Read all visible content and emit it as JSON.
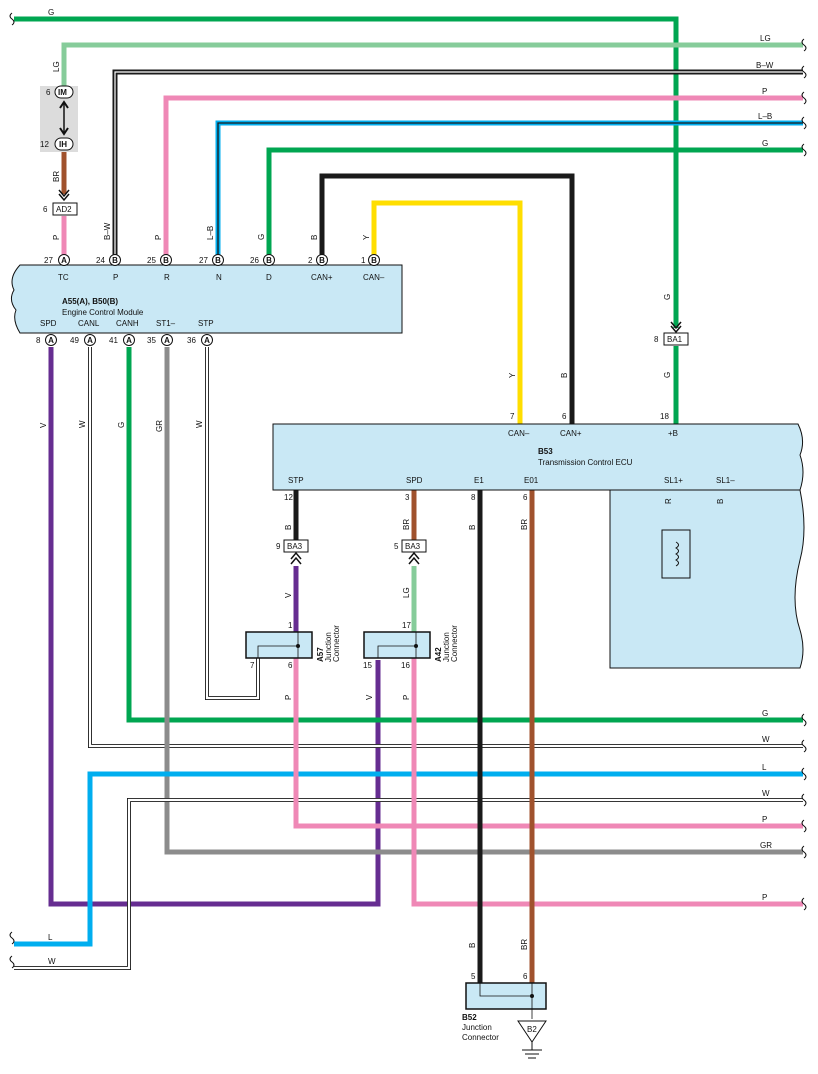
{
  "colors": {
    "G": "#00a651",
    "LG": "#86cc9a",
    "B": "#1a1a1a",
    "P": "#ef88b6",
    "L": "#00aeef",
    "Y": "#ffde00",
    "V": "#662d91",
    "GR": "#8c8c8c",
    "BR": "#a0522d",
    "W": "#ffffff",
    "R": "#ed1c24",
    "module_fill": "#c9e8f5"
  },
  "ecm": {
    "title": "A55(A), B50(B)",
    "subtitle": "Engine Control Module",
    "top_pins": [
      {
        "wire": "P",
        "num": "27",
        "conn": "A",
        "term": "TC"
      },
      {
        "wire": "B–W",
        "num": "24",
        "conn": "B",
        "term": "P"
      },
      {
        "wire": "P",
        "num": "25",
        "conn": "B",
        "term": "R"
      },
      {
        "wire": "L–B",
        "num": "27",
        "conn": "B",
        "term": "N"
      },
      {
        "wire": "G",
        "num": "26",
        "conn": "B",
        "term": "D"
      },
      {
        "wire": "B",
        "num": "2",
        "conn": "B",
        "term": "CAN+"
      },
      {
        "wire": "Y",
        "num": "1",
        "conn": "B",
        "term": "CAN–"
      }
    ],
    "bottom_pins": [
      {
        "term": "SPD",
        "num": "8",
        "conn": "A",
        "wire": "V"
      },
      {
        "term": "CANL",
        "num": "49",
        "conn": "A",
        "wire": "W"
      },
      {
        "term": "CANH",
        "num": "41",
        "conn": "A",
        "wire": "G"
      },
      {
        "term": "ST1–",
        "num": "35",
        "conn": "A",
        "wire": "GR"
      },
      {
        "term": "STP",
        "num": "36",
        "conn": "A",
        "wire": "W"
      }
    ]
  },
  "tcm": {
    "title": "B53",
    "subtitle": "Transmission Control ECU",
    "top_pins": [
      {
        "num": "7",
        "term": "CAN–",
        "wire": "Y"
      },
      {
        "num": "6",
        "term": "CAN+",
        "wire": "B"
      },
      {
        "num": "18",
        "term": "+B",
        "wire": "G"
      }
    ],
    "bottom_pins": [
      {
        "term": "STP",
        "num": "12",
        "wire": "B"
      },
      {
        "term": "SPD",
        "num": "3",
        "wire": "BR"
      },
      {
        "term": "E1",
        "num": "8",
        "wire": "B"
      },
      {
        "term": "E01",
        "num": "6",
        "wire": "BR"
      },
      {
        "term": "SL1+",
        "wire": "R"
      },
      {
        "term": "SL1–",
        "wire": "B"
      }
    ]
  },
  "im_connector": {
    "im_pin": "6",
    "im_label": "IM",
    "ih_pin": "12",
    "ih_label": "IH",
    "top_wire": "LG",
    "bottom_wire": "BR"
  },
  "ad2": {
    "pin": "6",
    "label": "AD2"
  },
  "ba1": {
    "pin": "8",
    "label": "BA1"
  },
  "ba3_left": {
    "pin": "9",
    "label": "BA3"
  },
  "ba3_right": {
    "pin": "5",
    "label": "BA3"
  },
  "a57": {
    "code": "A57",
    "name1": "Junction",
    "name2": "Connector",
    "pins": [
      "1",
      "7",
      "6"
    ],
    "wires": [
      "V",
      "P"
    ]
  },
  "a42": {
    "code": "A42",
    "name1": "Junction",
    "name2": "Connector",
    "pins": [
      "17",
      "15",
      "16"
    ],
    "wires": [
      "LG",
      "V",
      "P"
    ]
  },
  "b52": {
    "code": "B52",
    "name1": "Junction",
    "name2": "Connector",
    "pins": [
      "5",
      "6"
    ],
    "wires": [
      "B",
      "BR"
    ]
  },
  "ground": {
    "label": "B2"
  },
  "right_edge_labels": [
    "LG",
    "B–W",
    "P",
    "L–B",
    "G",
    "G",
    "W",
    "L",
    "W",
    "P",
    "GR",
    "P"
  ],
  "left_edge_labels": [
    "G",
    "L",
    "W"
  ],
  "ba1_wire_labels": [
    "G",
    "G"
  ]
}
